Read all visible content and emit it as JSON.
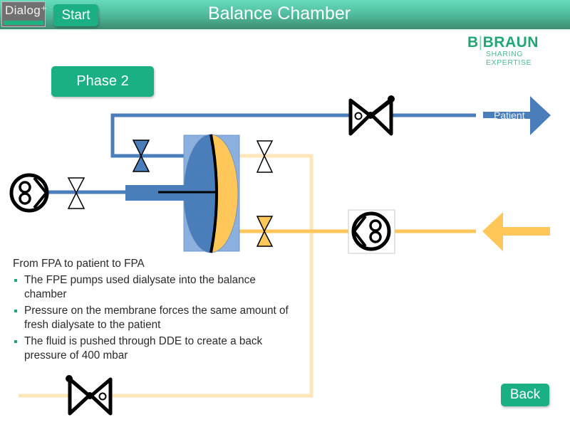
{
  "header": {
    "logo_text": "Dialog⁺",
    "start_label": "Start",
    "title": "Balance Chamber"
  },
  "brand": {
    "name_left": "B",
    "separator": "|",
    "name_right": "BRAUN",
    "tagline": "SHARING EXPERTISE"
  },
  "phase_label": "Phase 2",
  "diagram": {
    "patient_label": "Patient",
    "colors": {
      "used_dialysate": "#4a7ebb",
      "fresh_dialysate": "#ffc65a",
      "fresh_dialysate_light": "#ffe6b8",
      "chamber_box": "#8bb0e0",
      "accent_green": "#1ab084"
    },
    "components": [
      "pump-fpa",
      "valve-inlet",
      "balance-chamber",
      "valve-blue-top",
      "valve-open-top",
      "valve-orange",
      "valve-patient",
      "pump-fresh",
      "arrow-patient",
      "arrow-fresh-in",
      "valve-dde"
    ]
  },
  "description": {
    "heading": "From FPA to patient to FPA",
    "bullets": [
      "The FPE pumps used dialysate into the balance chamber",
      "Pressure on the membrane forces the same amount of fresh dialysate to the patient",
      "The fluid is pushed through DDE to create a back pressure of 400 mbar"
    ]
  },
  "back_label": "Back"
}
